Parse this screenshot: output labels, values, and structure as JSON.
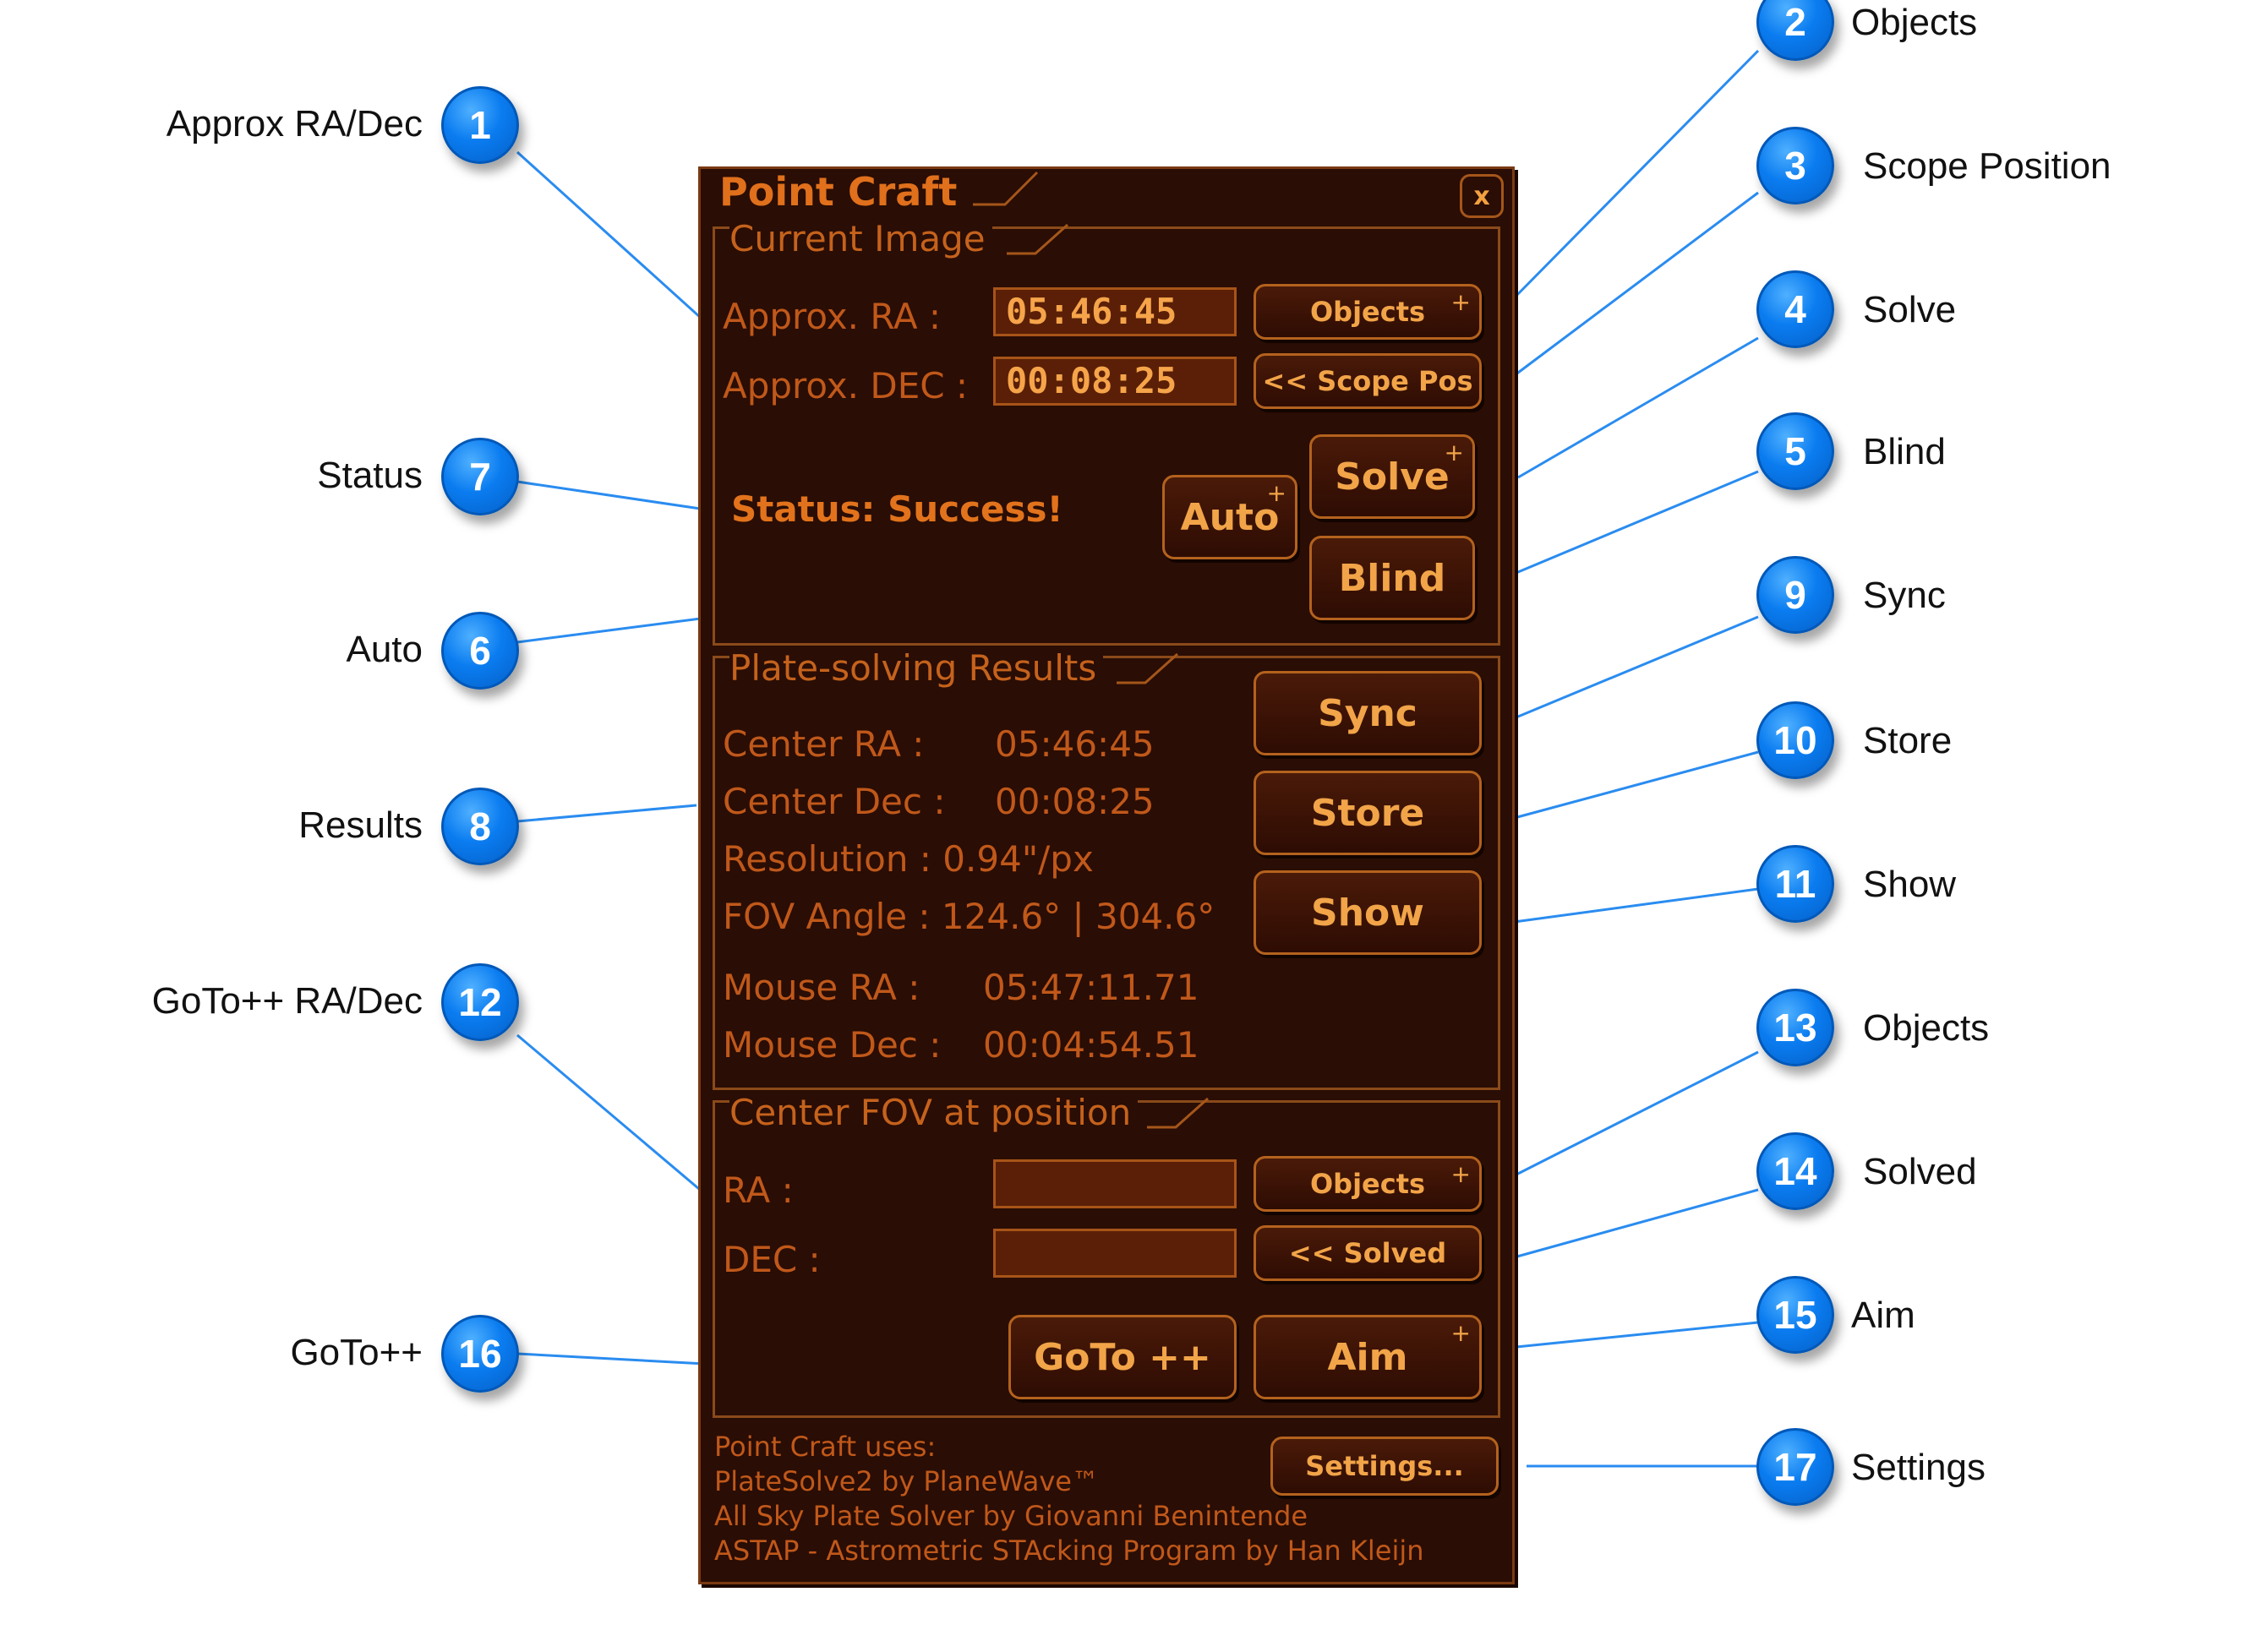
{
  "window": {
    "title": "Point Craft",
    "close_label": "x"
  },
  "current_image": {
    "title": "Current Image",
    "ra_label": "Approx. RA :",
    "ra_value": "05:46:45",
    "dec_label": "Approx. DEC :",
    "dec_value": "00:08:25",
    "objects_button": "Objects",
    "scope_pos_button": "<< Scope Pos",
    "status": "Status: Success!",
    "auto_button": "Auto",
    "solve_button": "Solve",
    "blind_button": "Blind",
    "plus": "+"
  },
  "results": {
    "title": "Plate-solving Results",
    "center_ra_label": "Center RA :",
    "center_ra_value": "05:46:45",
    "center_dec_label": "Center Dec :",
    "center_dec_value": "00:08:25",
    "resolution": "Resolution : 0.94\"/px",
    "fov_angle": "FOV Angle :  124.6° | 304.6°",
    "mouse_ra_label": "Mouse RA :",
    "mouse_ra_value": "05:47:11.71",
    "mouse_dec_label": "Mouse Dec :",
    "mouse_dec_value": "00:04:54.51",
    "sync_button": "Sync",
    "store_button": "Store",
    "show_button": "Show"
  },
  "center_fov": {
    "title": "Center FOV at position",
    "ra_label": "RA :",
    "ra_value": "",
    "dec_label": "DEC :",
    "dec_value": "",
    "objects_button": "Objects",
    "solved_button": "<< Solved",
    "goto_button": "GoTo ++",
    "aim_button": "Aim"
  },
  "footer": {
    "lines": [
      "Point Craft uses:",
      "PlateSolve2 by PlaneWave™",
      "All Sky Plate Solver by Giovanni Benintende",
      "ASTAP - Astrometric STAcking Program by Han Kleijn"
    ],
    "settings_button": "Settings..."
  },
  "callouts": {
    "c1": {
      "num": "1",
      "label": "Approx RA/Dec"
    },
    "c2": {
      "num": "2",
      "label": "Objects"
    },
    "c3": {
      "num": "3",
      "label": "Scope Position"
    },
    "c4": {
      "num": "4",
      "label": "Solve"
    },
    "c5": {
      "num": "5",
      "label": "Blind"
    },
    "c6": {
      "num": "6",
      "label": "Auto"
    },
    "c7": {
      "num": "7",
      "label": "Status"
    },
    "c8": {
      "num": "8",
      "label": "Results"
    },
    "c9": {
      "num": "9",
      "label": "Sync"
    },
    "c10": {
      "num": "10",
      "label": "Store"
    },
    "c11": {
      "num": "11",
      "label": "Show"
    },
    "c12": {
      "num": "12",
      "label": "GoTo++ RA/Dec"
    },
    "c13": {
      "num": "13",
      "label": "Objects"
    },
    "c14": {
      "num": "14",
      "label": "Solved"
    },
    "c15": {
      "num": "15",
      "label": "Aim"
    },
    "c16": {
      "num": "16",
      "label": "GoTo++"
    },
    "c17": {
      "num": "17",
      "label": "Settings"
    }
  },
  "colors": {
    "panel_bg": "#2a0d04",
    "accent": "#e0701c",
    "callout_blue": "#0a7cf0",
    "leader_line": "#2a8cf0"
  }
}
